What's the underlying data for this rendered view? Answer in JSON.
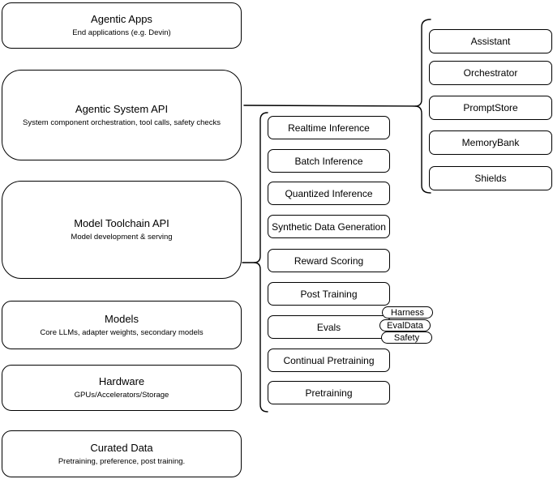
{
  "diagram": {
    "title_hint": "Agentic system architecture stack",
    "colors": {
      "stroke": "#000000",
      "fill": "#ffffff",
      "text": "#000000"
    },
    "stack": [
      {
        "title": "Agentic Apps",
        "subtitle": "End applications (e.g. Devin)"
      },
      {
        "title": "Agentic System API",
        "subtitle": "System component orchestration, tool calls, safety checks"
      },
      {
        "title": "Model Toolchain API",
        "subtitle": "Model development & serving"
      },
      {
        "title": "Models",
        "subtitle": "Core LLMs, adapter weights, secondary models"
      },
      {
        "title": "Hardware",
        "subtitle": "GPUs/Accelerators/Storage"
      },
      {
        "title": "Curated Data",
        "subtitle": "Pretraining, preference, post training."
      }
    ],
    "toolchain_components": [
      "Realtime Inference",
      "Batch Inference",
      "Quantized Inference",
      "Synthetic Data Generation",
      "Reward Scoring",
      "Post Training",
      "Evals",
      "Continual Pretraining",
      "Pretraining"
    ],
    "eval_tags": [
      "Harness",
      "EvalData",
      "Safety"
    ],
    "system_components": [
      "Assistant",
      "Orchestrator",
      "PromptStore",
      "MemoryBank",
      "Shields"
    ]
  }
}
